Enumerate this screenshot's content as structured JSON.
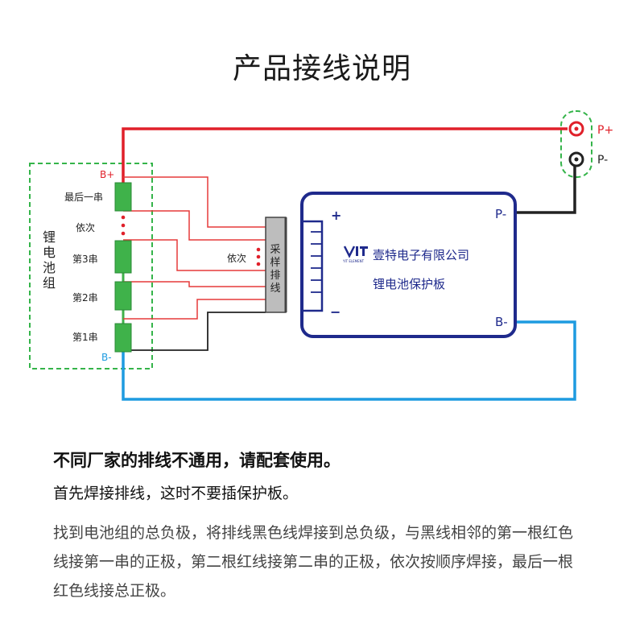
{
  "title": "产品接线说明",
  "battery_pack": {
    "label": "锂电池组",
    "b_plus": "B+",
    "b_minus": "B-",
    "cells": {
      "last": "最后一串",
      "sequence": "依次",
      "third": "第3串",
      "second": "第2串",
      "first": "第1串"
    }
  },
  "harness": {
    "sequence": "依次",
    "connector_label": "采样排线"
  },
  "board": {
    "plus": "+",
    "minus": "−",
    "p_minus": "P-",
    "b_minus": "B-",
    "company": "壹特电子有限公司",
    "name": "锂电池保护板",
    "logo_sub": "YIT ELEMENT"
  },
  "output": {
    "p_plus": "P+",
    "p_minus": "P-"
  },
  "colors": {
    "red_wire": "#e0202a",
    "thin_red": "#e53a3a",
    "black_wire": "#222222",
    "blue_wire": "#1e9be0",
    "board_border": "#1f2a8c",
    "cell_green": "#3fb24a",
    "dashed_green": "#35b44a"
  },
  "notes": {
    "line1": "不同厂家的排线不通用，请配套使用。",
    "line2": "首先焊接排线，这时不要插保护板。",
    "line3": "找到电池组的总负极，将排线黑色线焊接到总负级，与黑线相邻的第一根红色线接第一串的正极，第二根红线接第二串的正极，依次按顺序焊接，最后一根红色线接总正极。"
  }
}
